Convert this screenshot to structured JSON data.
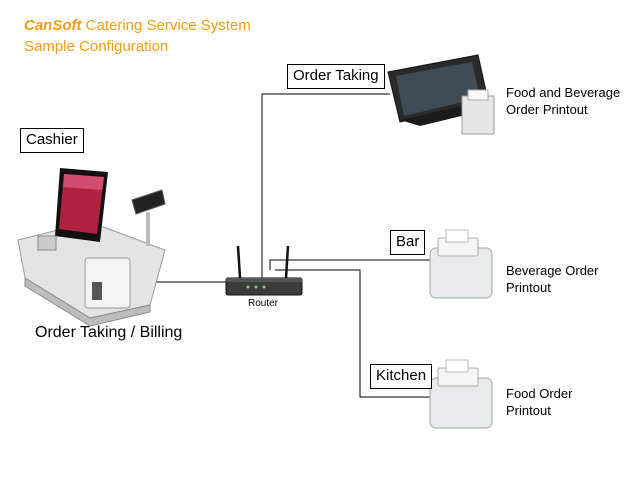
{
  "title": {
    "brand": "CanSoft",
    "rest": " Catering Service System"
  },
  "subtitle": "Sample Configuration",
  "nodes": {
    "order_taking": "Order Taking",
    "cashier": "Cashier",
    "bar": "Bar",
    "kitchen": "Kitchen",
    "router": "Router",
    "billing": "Order Taking / Billing"
  },
  "printouts": {
    "food_beverage": [
      "Food and Beverage",
      "Order Printout"
    ],
    "beverage": [
      "Beverage Order",
      "Printout"
    ],
    "food": [
      "Food Order",
      "Printout"
    ]
  },
  "icons": {
    "pos_terminal": "pos-terminal-icon",
    "touchscreen": "touchscreen-terminal-icon",
    "router": "router-icon",
    "printer": "receipt-printer-icon"
  }
}
